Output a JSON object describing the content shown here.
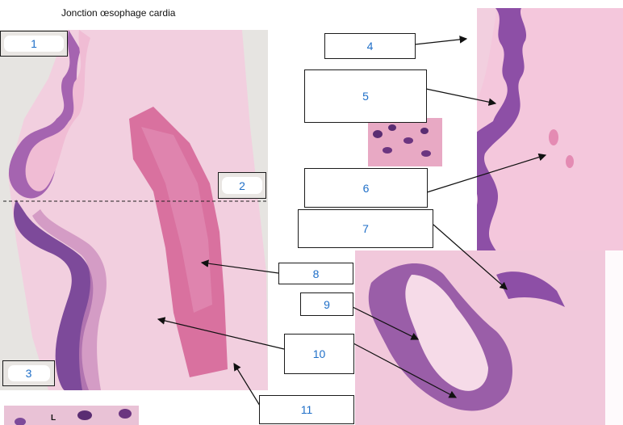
{
  "title": "Jonction œsophage cardia",
  "labels": {
    "l1": "1",
    "l2": "2",
    "l3": "3",
    "l4": "4",
    "l5": "5",
    "l6": "6",
    "l7": "7",
    "l8": "8",
    "l9": "9",
    "l10": "10",
    "l11": "11"
  },
  "inset_letter": "L",
  "colors": {
    "label_text": "#1f6fc8",
    "tissue_pink": "#e9a8c8",
    "epithelium_purple": "#8a4a9e",
    "background_grey": "#e6e4e1"
  }
}
